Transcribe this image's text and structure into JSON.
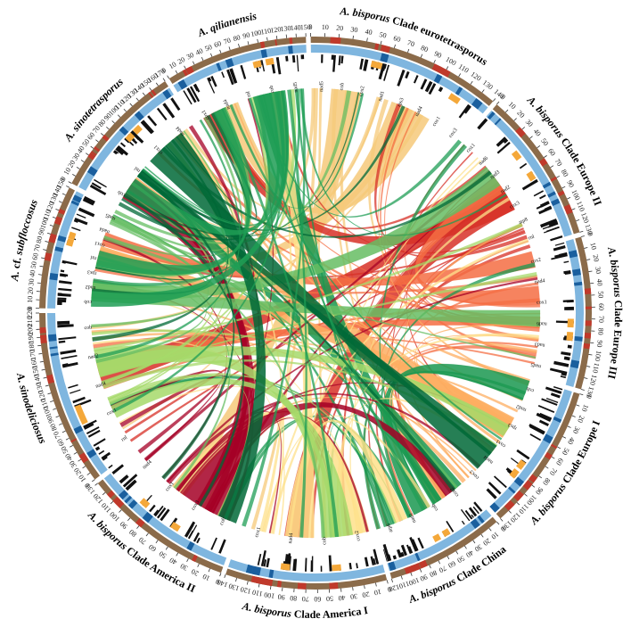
{
  "figure": {
    "colors": {
      "outer_ring": "#8b6b4a",
      "red_segment": "#c0392b",
      "blue_light": "#7fb6df",
      "blue_dark": "#1a5f9e",
      "orange_gene": "#f4a83a",
      "gene_black": "#111111"
    },
    "genomes": [
      {
        "id": "eurotetrasporus",
        "italic": "A. bisporus",
        "plain": " Clade eurotetrasporus",
        "start_deg": -1,
        "end_deg": 40,
        "max_kb": 140,
        "tick_step": 10,
        "link_color": "#f6c97a",
        "genes": [
          "nad5",
          "cob",
          "cox2",
          "nad1",
          "rps3",
          "nad4",
          "cox1",
          "cox3"
        ]
      },
      {
        "id": "europe2",
        "italic": "A. bisporus",
        "plain": " Clade Europe II",
        "start_deg": 41,
        "end_deg": 73,
        "max_kb": 130,
        "tick_step": 10,
        "link_color": "#d73027",
        "genes": [
          "cox1",
          "nad6",
          "nad3",
          "nad2",
          "cox3",
          "atp8",
          "rnl"
        ]
      },
      {
        "id": "europe3",
        "italic": "A. bisporus",
        "plain": " Clade Europe III",
        "start_deg": 74,
        "end_deg": 106,
        "max_kb": 130,
        "tick_step": 10,
        "link_color": "#f46d43",
        "genes": [
          "cox2",
          "nad4",
          "cox1",
          "nad6",
          "nad3",
          "nad5"
        ]
      },
      {
        "id": "europe1",
        "italic": "A. bisporus",
        "plain": " Clade Europe I",
        "start_deg": 107,
        "end_deg": 138,
        "max_kb": 130,
        "tick_step": 10,
        "link_color": "#fdae61",
        "genes": [
          "cob",
          "nad2",
          "rps3",
          "cox1",
          "nad4",
          "cox3"
        ]
      },
      {
        "id": "china",
        "italic": "A. bisporus",
        "plain": " Clade China",
        "start_deg": 139,
        "end_deg": 164,
        "max_kb": 120,
        "tick_step": 10,
        "link_color": "#1a9850",
        "genes": [
          "cox2",
          "cob",
          "nad1",
          "atp6"
        ]
      },
      {
        "id": "america1",
        "italic": "A. bisporus",
        "plain": " Clade America I",
        "start_deg": 165,
        "end_deg": 199,
        "max_kb": 140,
        "tick_step": 10,
        "link_color": "#fee08b",
        "genes": [
          "cox2",
          "cob",
          "nad4",
          "cox1"
        ]
      },
      {
        "id": "america2",
        "italic": "A. bisporus",
        "plain": " Clade America II",
        "start_deg": 200,
        "end_deg": 232,
        "max_kb": 130,
        "tick_step": 10,
        "link_color": "#a50026",
        "genes": [
          "cob",
          "cox3",
          "cox1",
          "nad4"
        ]
      },
      {
        "id": "sinodeliciosus",
        "italic": "A. sinodeliciosus",
        "plain": "",
        "start_deg": 233,
        "end_deg": 270,
        "max_kb": 220,
        "tick_step": 10,
        "link_color": "#a6d96a",
        "genes": [
          "rnl",
          "cox1",
          "nad4",
          "nad2",
          "cob"
        ]
      },
      {
        "id": "subfloccosus",
        "italic": "A.",
        "plain": " cf. ",
        "italic2": "subfloccosus",
        "start_deg": 271,
        "end_deg": 297,
        "max_kb": 150,
        "tick_step": 10,
        "link_color": "#66bd63",
        "genes": [
          "cob",
          "nad2",
          "rps3",
          "rnl",
          "cox1",
          "nad4",
          "nad5"
        ]
      },
      {
        "id": "sinotetrasporus",
        "italic": "A. sinotetrasporus",
        "plain": "",
        "start_deg": 298,
        "end_deg": 327,
        "max_kb": 170,
        "tick_step": 10,
        "link_color": "#006837",
        "genes": [
          "cob",
          "rnl",
          "cox1",
          "nad4"
        ]
      },
      {
        "id": "qilianensis",
        "italic": "A. qilianensis",
        "plain": "",
        "start_deg": 328,
        "end_deg": 358,
        "max_kb": 150,
        "tick_step": 10,
        "link_color": "#1f9e55",
        "genes": [
          "cox1",
          "nad4",
          "rnl",
          "cob",
          "nad5"
        ]
      }
    ]
  }
}
